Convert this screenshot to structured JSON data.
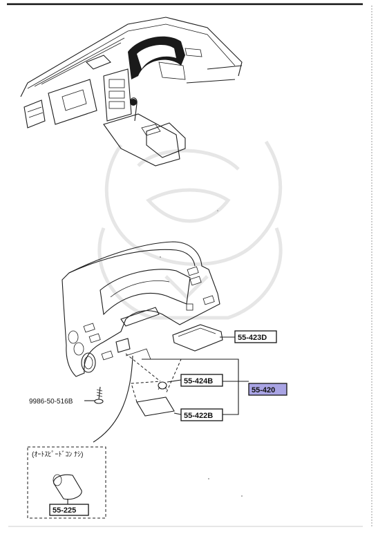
{
  "labels": {
    "part_423d": "55-423D",
    "part_424b": "55-424B",
    "part_420": "55-420",
    "part_422b": "55-422B",
    "part_225": "55-225",
    "screw": "9986-50-516B",
    "note": "(ｵｰﾄｽﾋﾟｰﾄﾞｺﾝ ﾅｼ)"
  },
  "colors": {
    "highlight": "#a9a4e4",
    "ink": "#1a1a1a"
  }
}
